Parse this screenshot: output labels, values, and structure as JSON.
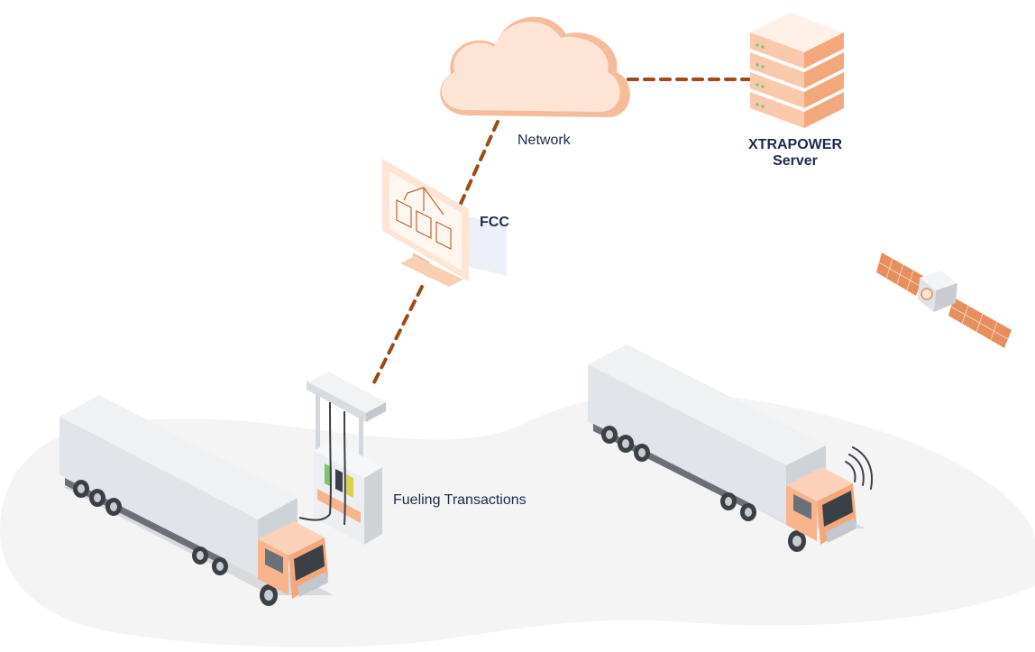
{
  "labels": {
    "network": "Network",
    "server_line1": "XTRAPOWER",
    "server_line2": "Server",
    "fcc": "FCC",
    "fueling": "Fueling Transactions"
  },
  "colors": {
    "link": "#9c4a1a",
    "accent": "#f7b48d",
    "accent_light": "#fde4d4",
    "accent_dark": "#e58c5c",
    "trailer": "#e1e4e8",
    "trailer_shade": "#cfd3d8",
    "ground": "#f4f4f5",
    "shadow": "#d7d9dd",
    "text": "#1f2a4a"
  },
  "icons": [
    "cloud-icon",
    "server-rack-icon",
    "monitor-icon",
    "fuel-pump-icon",
    "truck-icon",
    "satellite-icon",
    "signal-waves-icon"
  ]
}
